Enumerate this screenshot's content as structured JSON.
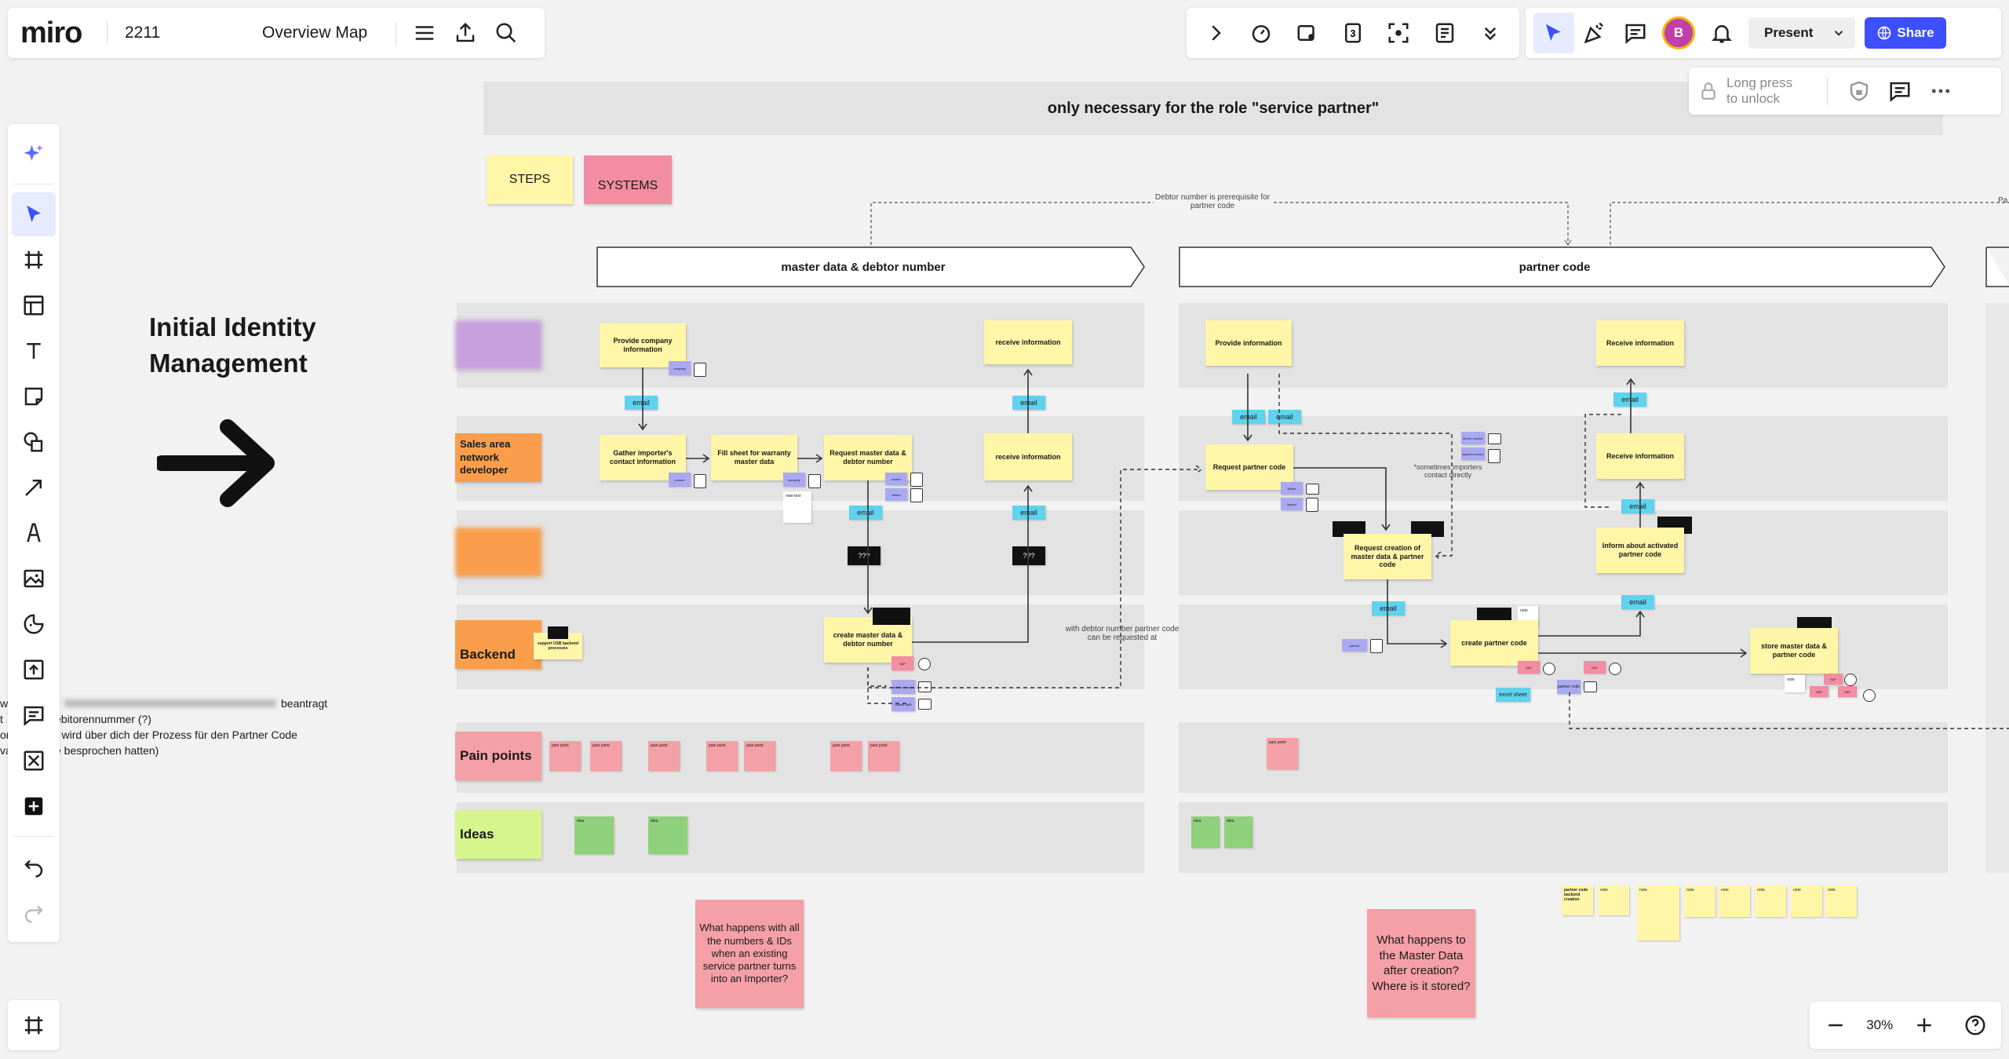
{
  "app": {
    "logo": "miro",
    "board_id": "2211",
    "board_name": "Overview Map"
  },
  "toolbar_right": {
    "present_label": "Present",
    "share_label": "Share",
    "avatar_letter": "B"
  },
  "lock_popup": {
    "text_line1": "Long press",
    "text_line2": "to unlock"
  },
  "zoom": {
    "level": "30%"
  },
  "board": {
    "banner": "only necessary for the role \"service partner\"",
    "legend_steps": "STEPS",
    "legend_systems": "SYSTEMS",
    "title_line1": "Initial Identity",
    "title_line2": "Management",
    "phase1": "master data & debtor number",
    "phase2": "partner code",
    "phase_note": "Debtor number is prerequisite for partner code",
    "phase_note2": "Pa",
    "lanes": {
      "sales": "Sales area network developer",
      "backend": "Backend",
      "pain": "Pain points",
      "ideas": "Ideas"
    },
    "steps": {
      "s1": "Provide company information",
      "s2": "receive information",
      "s3": "Gather importer's contact information",
      "s4": "Fill sheet for warranty master data",
      "s5": "Request master data & debtor number",
      "s6": "receive information",
      "s7": "create master data & debtor number",
      "s8": "Provide information",
      "s9": "Receive information",
      "s10": "Request partner code",
      "s11": "Receive information",
      "s12": "Request creation of master data & partner code",
      "s13": "Inform about activated partner code",
      "s14": "create partner code",
      "s15": "store master data & partner code"
    },
    "tags": {
      "email": "email",
      "qqq": "???",
      "excel": "excel sheet",
      "debtor": "debtor number",
      "master": "master data",
      "partner": "partner code"
    },
    "notes": {
      "sometimes": "*sometimes importers contact directly",
      "with_debtor": "with debtor number partner code can be requested at",
      "backend_note": "support USB backend processes"
    },
    "questions": {
      "q1": "What happens with all the numbers & IDs when an existing service partner turns into an Importer?",
      "q2": "What happens to the Master Data after creation? Where is it stored?"
    },
    "left_text": {
      "line1": "beantragt",
      "line2": "ebitorennummer (?)",
      "line3": "r wird über dich der Prozess für den Partner Code",
      "line4": "e besprochen hatten)",
      "prefix1": "wi",
      "prefix2": "t",
      "prefix3": "or",
      "prefix4": "va"
    }
  }
}
